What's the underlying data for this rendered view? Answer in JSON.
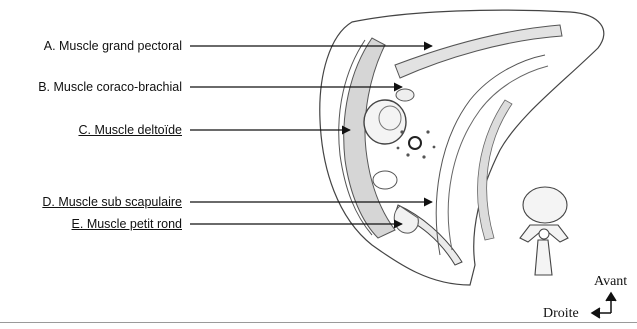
{
  "labels": {
    "a": "A. Muscle grand pectoral",
    "b": "B. Muscle coraco-brachial",
    "c": "C. Muscle deltoïde",
    "d": "D. Muscle sub scapulaire",
    "e": "E. Muscle petit rond"
  },
  "orientation": {
    "front": "Avant",
    "right": "Droite"
  },
  "colors": {
    "ink": "#333333",
    "shading": "#cfcfcf"
  }
}
